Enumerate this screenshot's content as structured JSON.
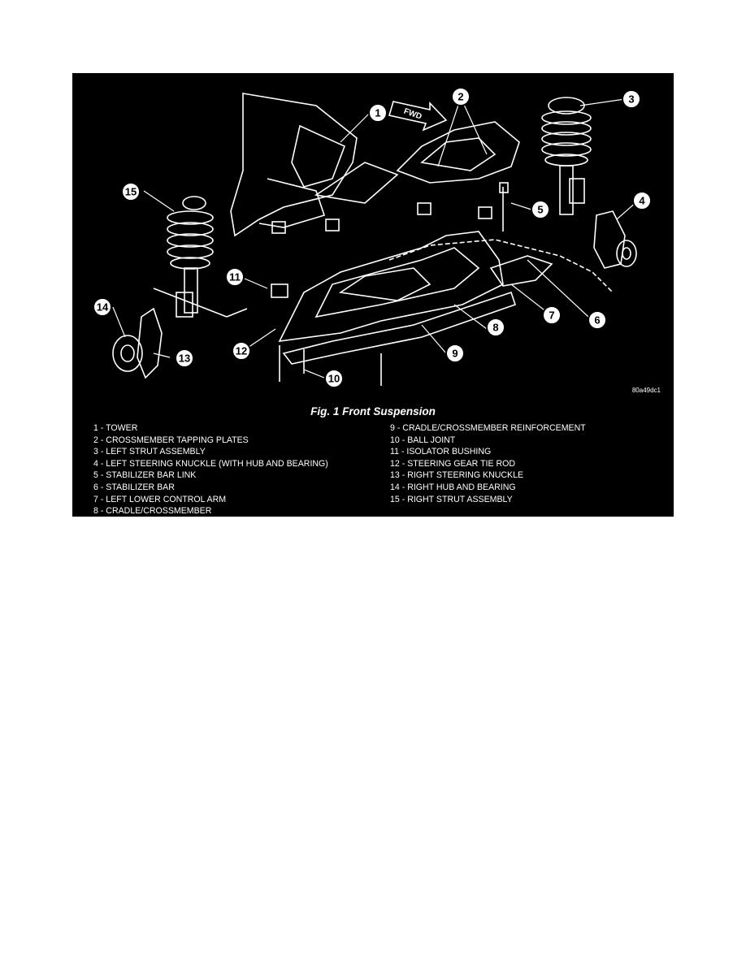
{
  "figure": {
    "caption": "Fig. 1 Front Suspension",
    "code": "80a49dc1",
    "fwd_label": "FWD",
    "callouts": [
      "1",
      "2",
      "3",
      "4",
      "5",
      "6",
      "7",
      "8",
      "9",
      "10",
      "11",
      "12",
      "13",
      "14",
      "15"
    ],
    "legend_left": [
      "1 - TOWER",
      "2 - CROSSMEMBER TAPPING PLATES",
      "3 - LEFT STRUT ASSEMBLY",
      "4 - LEFT STEERING KNUCKLE (WITH HUB AND BEARING)",
      "5 - STABILIZER BAR LINK",
      "6 - STABILIZER BAR",
      "7 - LEFT LOWER CONTROL ARM",
      "8 - CRADLE/CROSSMEMBER"
    ],
    "legend_right": [
      "9 - CRADLE/CROSSMEMBER REINFORCEMENT",
      "10 - BALL JOINT",
      "11 - ISOLATOR BUSHING",
      "12 - STEERING GEAR TIE ROD",
      "13 - RIGHT STEERING KNUCKLE",
      "14 - RIGHT HUB AND BEARING",
      "15 - RIGHT STRUT ASSEMBLY"
    ]
  }
}
